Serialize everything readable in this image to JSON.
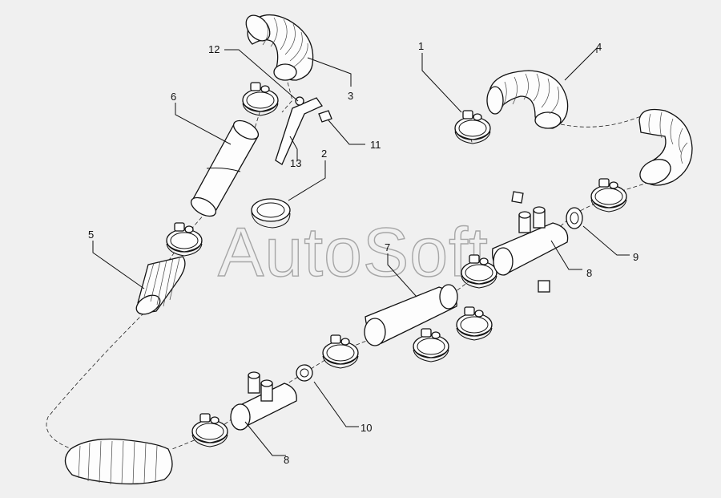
{
  "diagram": {
    "watermark": "AutoSoft",
    "callouts": [
      {
        "id": "1",
        "label": "1"
      },
      {
        "id": "2",
        "label": "2"
      },
      {
        "id": "3",
        "label": "3"
      },
      {
        "id": "4",
        "label": "4"
      },
      {
        "id": "5",
        "label": "5"
      },
      {
        "id": "6",
        "label": "6"
      },
      {
        "id": "7",
        "label": "7"
      },
      {
        "id": "8a",
        "label": "8"
      },
      {
        "id": "8b",
        "label": "8"
      },
      {
        "id": "9",
        "label": "9"
      },
      {
        "id": "10",
        "label": "10"
      },
      {
        "id": "11",
        "label": "11"
      },
      {
        "id": "12",
        "label": "12"
      },
      {
        "id": "13",
        "label": "13"
      }
    ]
  }
}
